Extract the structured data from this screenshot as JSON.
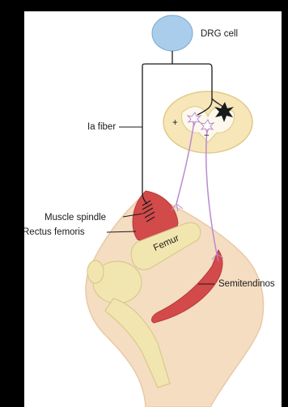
{
  "labels": {
    "drg_cell": "DRG cell",
    "ia_fiber": "Ia fiber",
    "muscle_spindle": "Muscle spindle",
    "rectus_femoris": "Rectus femoris",
    "femur": "Femur",
    "semitendinosus": "Semitendinos",
    "plus_sign": "+",
    "minus_sign": "−"
  },
  "colors": {
    "background_frame": "#000000",
    "panel": "#ffffff",
    "drg_cell": "#a9cdea",
    "spinal_cord": "#f6e6b8",
    "grey_matter": "#fdf8ec",
    "motor_axon": "#b98bd0",
    "skin": "#f5ddc2",
    "bone": "#f2e6b0",
    "muscle": "#d24a4a"
  }
}
